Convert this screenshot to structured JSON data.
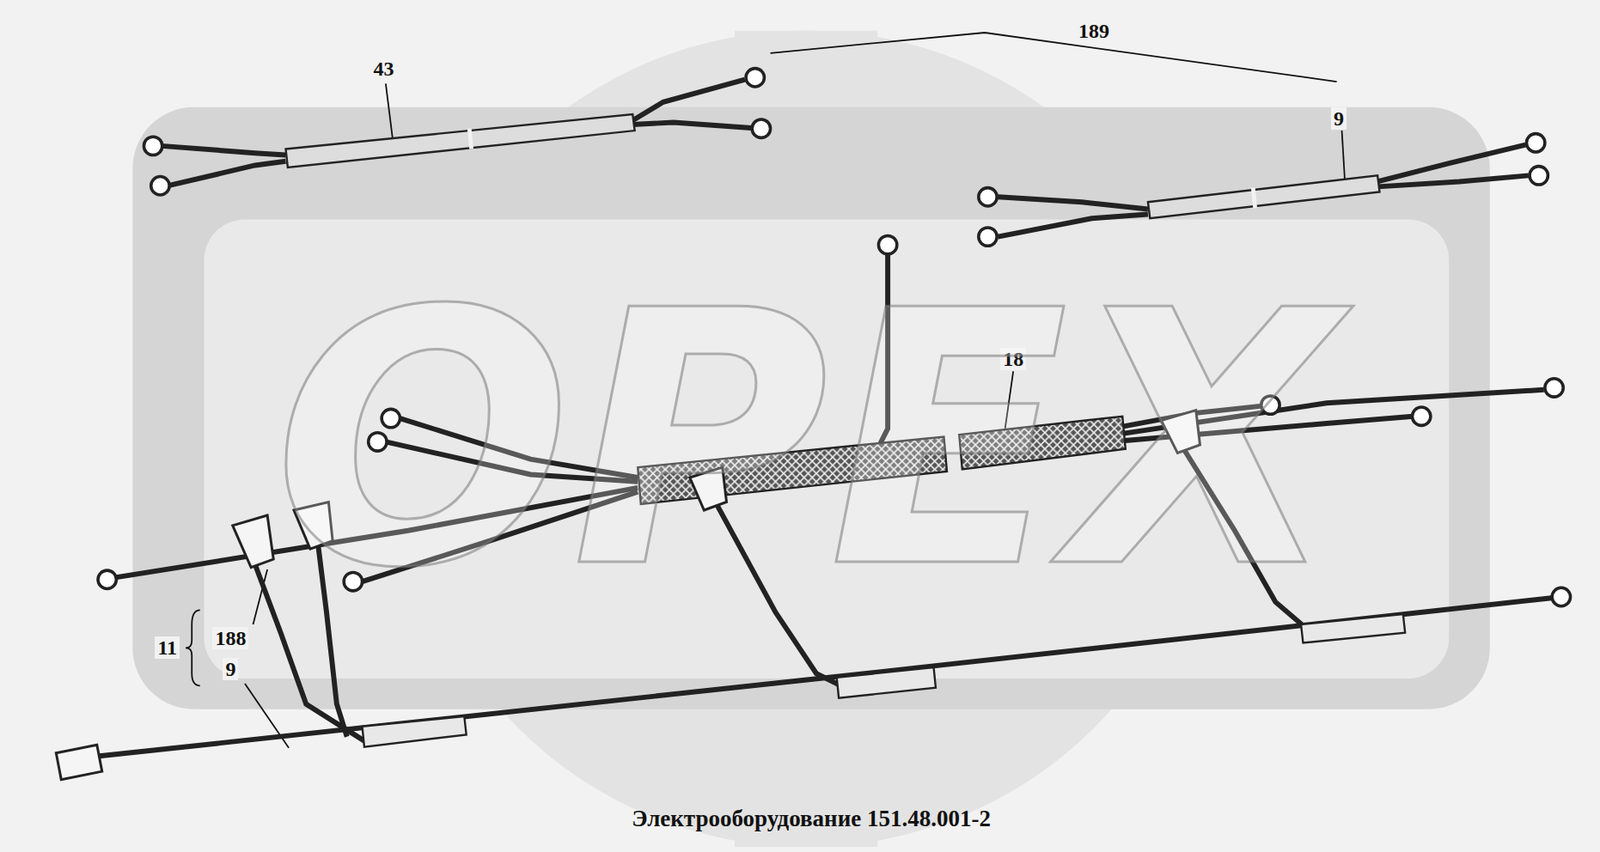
{
  "diagram": {
    "caption": "Электрооборудование 151.48.001-2",
    "labels": [
      "189",
      "43",
      "9",
      "18",
      "11",
      "188",
      "9",
      "OPEX"
    ]
  }
}
